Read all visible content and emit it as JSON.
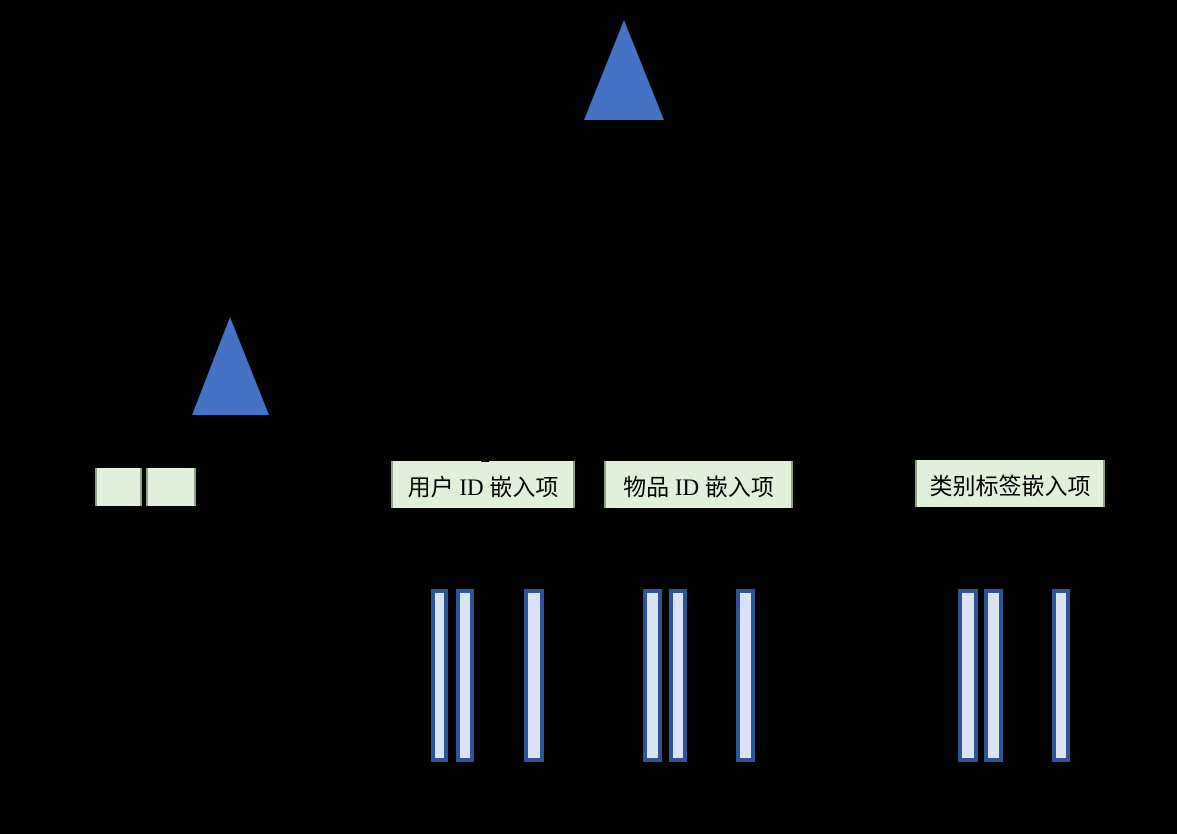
{
  "colors": {
    "background": "#000000",
    "triangle_fill": "#4472C4",
    "box_fill": "#E2EFDA",
    "box_edge": "#8FA089",
    "bar_fill": "#DAE3F3",
    "bar_border": "#2F5496",
    "label_text": "#000000"
  },
  "labels": {
    "user_embedding": "用户 ID 嵌入项",
    "item_embedding": "物品 ID 嵌入项",
    "category_embedding": "类别标签嵌入项"
  },
  "shapes": {
    "triangles": [
      {
        "name": "network-triangle-top"
      },
      {
        "name": "network-triangle-left"
      }
    ],
    "small_cells": 2,
    "bar_groups": [
      {
        "name": "user-embedding-vectors",
        "bar_count": 3
      },
      {
        "name": "item-embedding-vectors",
        "bar_count": 3
      },
      {
        "name": "category-embedding-vectors",
        "bar_count": 3
      }
    ]
  }
}
